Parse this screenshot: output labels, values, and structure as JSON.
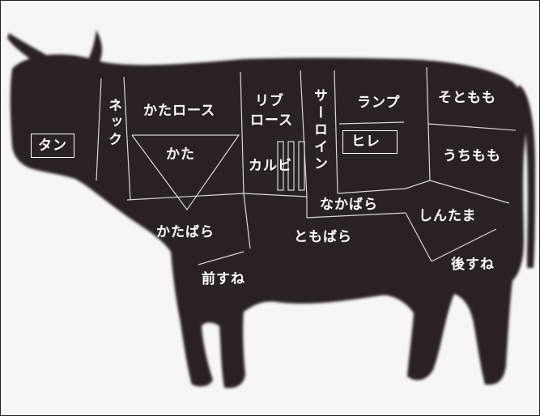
{
  "colors": {
    "body": "#2b2220",
    "lines": "#d8d8d8",
    "background": "#f6f6f6"
  },
  "cuts": {
    "tan": "タン",
    "neck": "ネック",
    "kata_loin": "かたロース",
    "kata": "かた",
    "kata_bara": "かたばら",
    "mae_sune": "前すね",
    "rib_loin_1": "リブ",
    "rib_loin_2": "ロース",
    "karubi": "カルビ",
    "sirloin": "サーロイン",
    "rump": "ランプ",
    "hire": "ヒレ",
    "soto_momo": "そともも",
    "uchi_momo": "うちもも",
    "naka_bara": "なかばら",
    "tomo_bara": "ともばら",
    "shintama": "しんたま",
    "ato_sune": "後すね"
  }
}
